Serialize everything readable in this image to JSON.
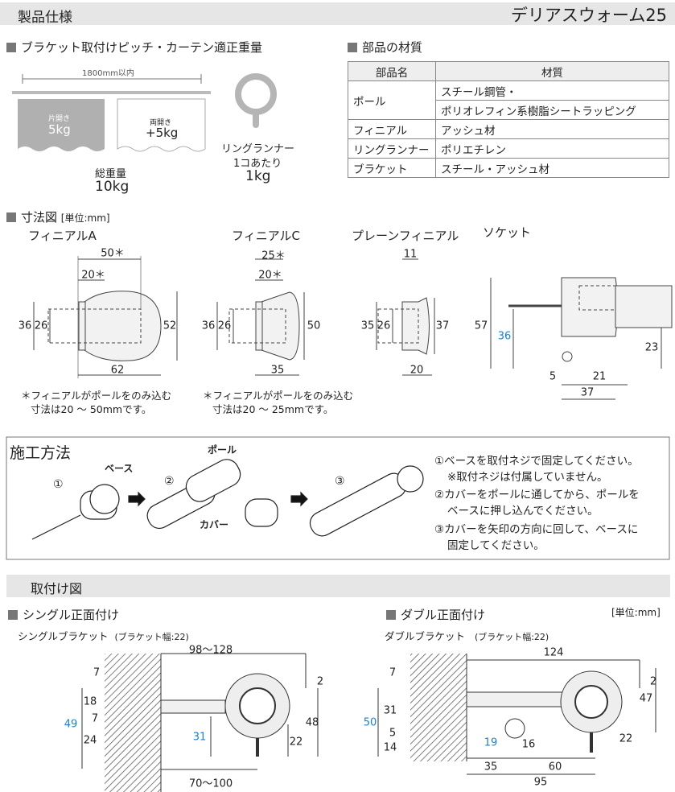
{
  "header": {
    "title": "製品仕様",
    "product": "デリアスウォーム25"
  },
  "weights": {
    "heading": "ブラケット取付けピッチ・カーテン適正重量",
    "pitch": "1800mm以内",
    "single_label": "片開き",
    "single_weight": "5kg",
    "double_label": "両開き",
    "double_weight": "+5kg",
    "total_label": "総重量",
    "total_weight": "10kg",
    "ring_label": "リングランナー",
    "ring_per": "1コあたり",
    "ring_weight": "1kg"
  },
  "materials": {
    "heading": "部品の材質",
    "columns": [
      "部品名",
      "材質"
    ],
    "rows": [
      {
        "part": "ポール",
        "material": [
          "スチール鋼管・",
          "ポリオレフィン系樹脂シートラッピング"
        ]
      },
      {
        "part": "フィニアル",
        "material": [
          "アッシュ材"
        ]
      },
      {
        "part": "リングランナー",
        "material": [
          "ポリエチレン"
        ]
      },
      {
        "part": "ブラケット",
        "material": [
          "スチール・アッシュ材"
        ]
      }
    ]
  },
  "dimensions": {
    "heading": "寸法図",
    "unit": "[単位:mm]",
    "finial_a": {
      "title": "フィニアルA",
      "dims": [
        "50＊",
        "20＊",
        "36",
        "26",
        "52",
        "62"
      ],
      "note1": "＊フィニアルがポールをのみ込む",
      "note2": "寸法は20 ～ 50mmです。"
    },
    "finial_c": {
      "title": "フィニアルC",
      "dims": [
        "25＊",
        "20＊",
        "36",
        "26",
        "50",
        "35"
      ],
      "note1": "＊フィニアルがポールをのみ込む",
      "note2": "寸法は20 ～ 25mmです。"
    },
    "plain": {
      "title": "プレーンフィニアル",
      "dims": [
        "11",
        "35",
        "26",
        "37",
        "20"
      ]
    },
    "socket": {
      "title": "ソケット",
      "dims": [
        "57",
        "36",
        "23",
        "5",
        "21",
        "37"
      ]
    }
  },
  "install": {
    "heading": "施工方法",
    "labels": {
      "pole": "ポール",
      "base": "ベース",
      "cover": "カバー",
      "s1": "①",
      "s2": "②",
      "s3": "③"
    },
    "steps": [
      "①ベースを取付ネジで固定してください。",
      "※取付ネジは付属していません。",
      "②カバーをポールに通してから、ポールを",
      "ベースに押し込んでください。",
      "③カバーを矢印の方向に回して、ベースに",
      "固定してください。"
    ]
  },
  "mounting": {
    "heading": "取付け図",
    "unit": "[単位:mm]",
    "single": {
      "heading": "シングル正面付け",
      "sub": "シングルブラケット",
      "width": "(ブラケット幅:22)",
      "dims": [
        "98～128",
        "7",
        "2",
        "18",
        "7",
        "49",
        "48",
        "24",
        "31",
        "22",
        "70～100"
      ]
    },
    "double": {
      "heading": "ダブル正面付け",
      "sub": "ダブルブラケット",
      "width": "(ブラケット幅:22)",
      "dims": [
        "124",
        "7",
        "2",
        "31",
        "47",
        "50",
        "5",
        "19",
        "16",
        "22",
        "14",
        "35",
        "60",
        "95"
      ]
    }
  },
  "colors": {
    "accent_blue": "#1a7fd4",
    "header_gray": "#e6e6e6"
  }
}
